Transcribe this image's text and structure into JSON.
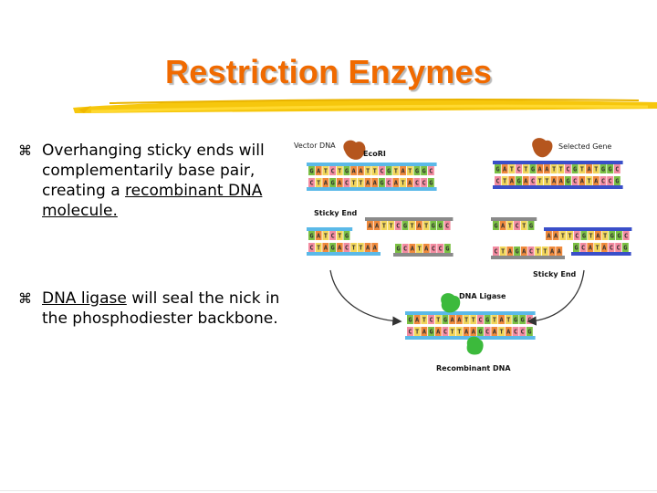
{
  "title": "Restriction Enzymes",
  "bullet_glyph": "⌘",
  "bullets": [
    {
      "pre": "Overhanging sticky ends will complementarily base pair, creating a ",
      "link": "recombinant DNA molecule.",
      "post": ""
    },
    {
      "pre": "",
      "link": "DNA ligase",
      "post": " will seal the nick in the phosphodiester backbone."
    }
  ],
  "diagram": {
    "labels": {
      "vector_dna": "Vector DNA",
      "ecori": "EcoRI",
      "selected_gene": "Selected Gene",
      "sticky_end_1": "Sticky End",
      "sticky_end_2": "Sticky End",
      "dna_ligase": "DNA Ligase",
      "recombinant_dna": "Recombinant DNA"
    },
    "sequences": {
      "vector_top": "GATCTGAATTCGTATGGC",
      "vector_bottom": "CTAGACTTAAGCATACCG",
      "gene_top": "GATCTGAATTCGTATGGC",
      "gene_bottom": "CTAGACTTAAGCATACCG",
      "cut_left_top": "GATCTG",
      "cut_left_bottom": "CTAGACTTAA",
      "cut_right_top": "AATTCGTATGGC",
      "cut_right_bottom": "GCATACCG",
      "recomb_top": "GATCTGAATTCGTATGGC",
      "recomb_bottom": "CTAGACTTAAGCATACCG"
    },
    "colors": {
      "A": "#f08a3c",
      "T": "#f2d65a",
      "G": "#7bc043",
      "C": "#f38ba0",
      "vector_backbone": "#5bb9e8",
      "gene_backbone": "#3a4fc9",
      "gray_backbone": "#8a8a8a",
      "enzyme": "#b5561e",
      "ligase": "#3cba3c"
    }
  }
}
